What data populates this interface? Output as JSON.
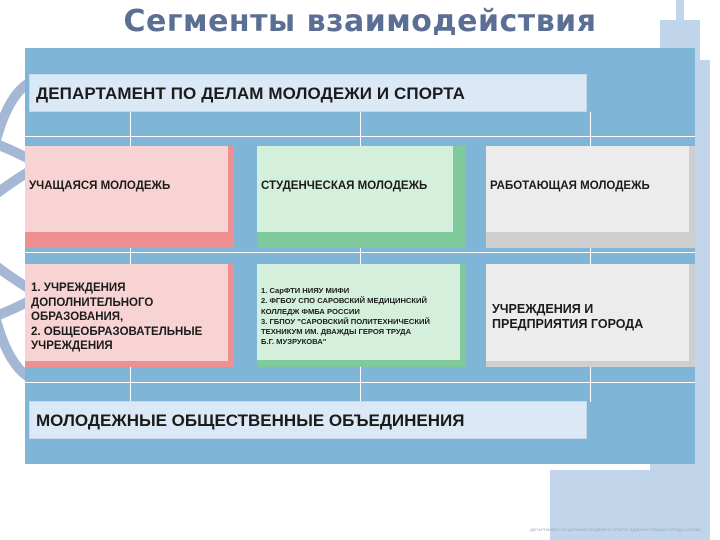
{
  "title": "Сегменты взаимодействия",
  "department": "ДЕПАРТАМЕНТ ПО ДЕЛАМ МОЛОДЕЖИ И СПОРТА",
  "segments": [
    {
      "heading": "УЧАЩАЯСЯ МОЛОДЕЖЬ",
      "lines": [
        "1. УЧРЕЖДЕНИЯ",
        "ДОПОЛНИТЕЛЬНОГО",
        "ОБРАЗОВАНИЯ,",
        "2. ОБЩЕОБРАЗОВАТЕЛЬНЫЕ",
        "УЧРЕЖДЕНИЯ"
      ],
      "color_outer": "#ee8f92",
      "color_inner": "#f8d3d4"
    },
    {
      "heading": "СТУДЕНЧЕСКАЯ МОЛОДЕЖЬ",
      "lines": [
        "1. СарФТИ НИЯУ МИФИ",
        "2. ФГБОУ СПО САРОВСКИЙ МЕДИЦИНСКИЙ",
        "КОЛЛЕДЖ ФМБА РОССИИ",
        "3. ГБПОУ \"САРОВСКИЙ ПОЛИТЕХНИЧЕСКИЙ",
        "ТЕХНИКУМ ИМ. ДВАЖДЫ ГЕРОЯ ТРУДА",
        "Б.Г. МУЗРУКОВА\""
      ],
      "color_outer": "#7fc99a",
      "color_inner": "#d4efdc"
    },
    {
      "heading": "РАБОТАЮЩАЯ МОЛОДЕЖЬ",
      "lines": [
        "УЧРЕЖДЕНИЯ И",
        "ПРЕДПРИЯТИЯ ГОРОДА"
      ],
      "color_outer": "#cfcfcf",
      "color_inner": "#ececec"
    }
  ],
  "union": "МОЛОДЕЖНЫЕ ОБЩЕСТВЕННЫЕ ОБЪЕДИНЕНИЯ",
  "footer": "ДЕПАРТАМЕНТ ПО ДЕЛАМ МОЛОДЕЖИ И СПОРТА АДМИНИСТРАЦИИ ГОРОДА САРОВА"
}
